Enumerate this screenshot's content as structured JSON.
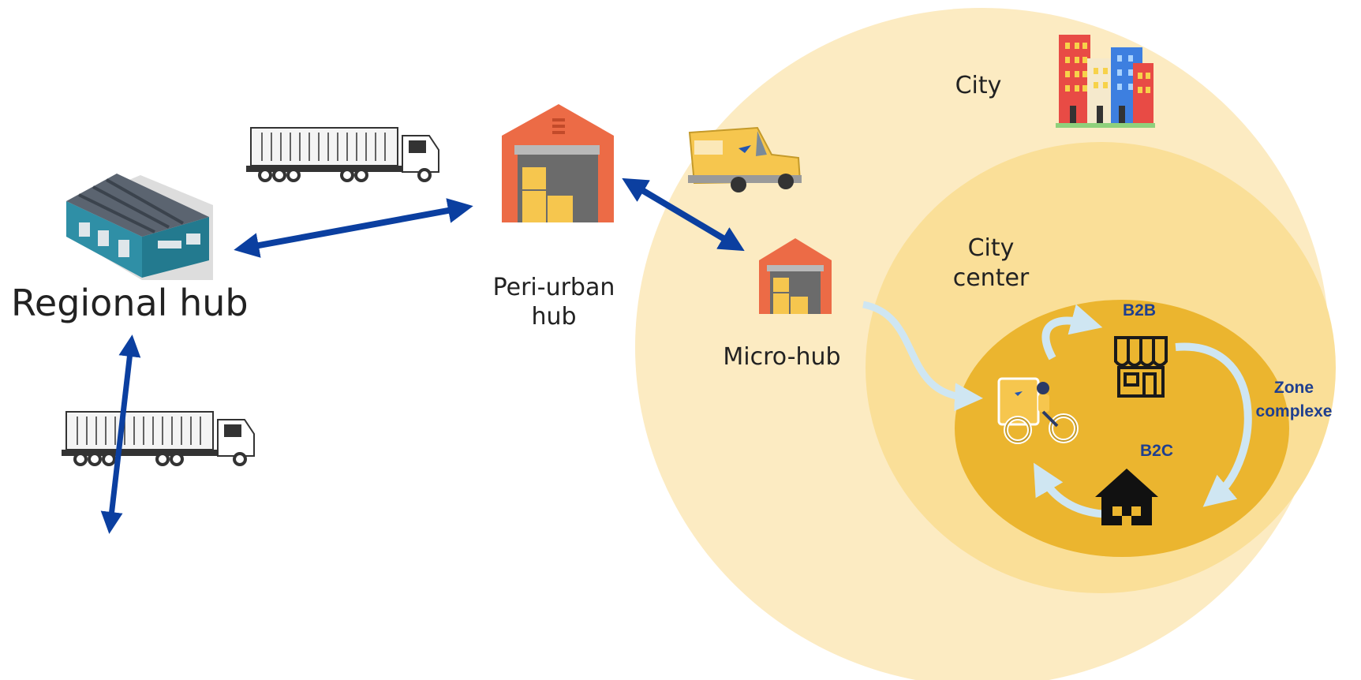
{
  "labels": {
    "regional_hub": "Regional hub",
    "peri_urban_hub_line1": "Peri-urban",
    "peri_urban_hub_line2": "hub",
    "micro_hub": "Micro-hub",
    "city": "City",
    "city_center_line1": "City",
    "city_center_line2": "center",
    "b2b": "B2B",
    "b2c": "B2C",
    "zone_line1": "Zone",
    "zone_line2": "complexe"
  },
  "icons": {
    "regional_hub": "warehouse-building-icon",
    "peri_urban_hub": "depot-with-boxes-icon",
    "micro_hub": "small-depot-icon",
    "trucks": "container-truck-icon",
    "van": "delivery-van-icon",
    "city": "city-buildings-icon",
    "cargo_bike": "cargo-bike-icon",
    "shop": "shop-icon",
    "house": "house-icon"
  },
  "colors": {
    "arrow_blue": "#0b3fa0",
    "flow_light_blue": "#cfe6f2",
    "city_zone": "#fcebc2",
    "city_center_zone": "#fadf98",
    "complex_zone": "#ebb52f",
    "depot_orange": "#ec6b46",
    "box_yellow": "#f6c64e",
    "b2_text": "#1f3f8f"
  }
}
